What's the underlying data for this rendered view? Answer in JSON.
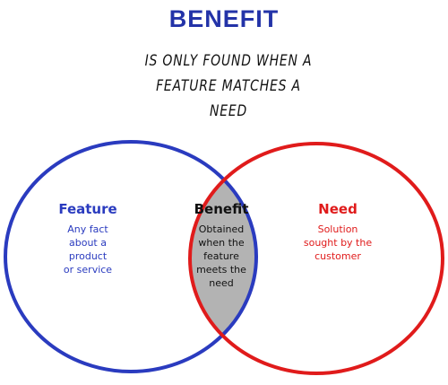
{
  "title": "BENEFIT",
  "subtitle": "IS ONLY FOUND WHEN A\nFEATURE MATCHES A\nNEED",
  "colors": {
    "title": "#2333a8",
    "feature": "#2a3bbf",
    "need": "#e01b1b",
    "overlap_fill": "#b3b3b3",
    "overlap_text": "#111111"
  },
  "feature": {
    "heading": "Feature",
    "description": "Any fact\nabout a\nproduct\nor service"
  },
  "benefit": {
    "heading": "Benefit",
    "description": "Obtained\nwhen the\nfeature\nmeets the\nneed"
  },
  "need": {
    "heading": "Need",
    "description": "Solution\nsought by the\ncustomer"
  }
}
